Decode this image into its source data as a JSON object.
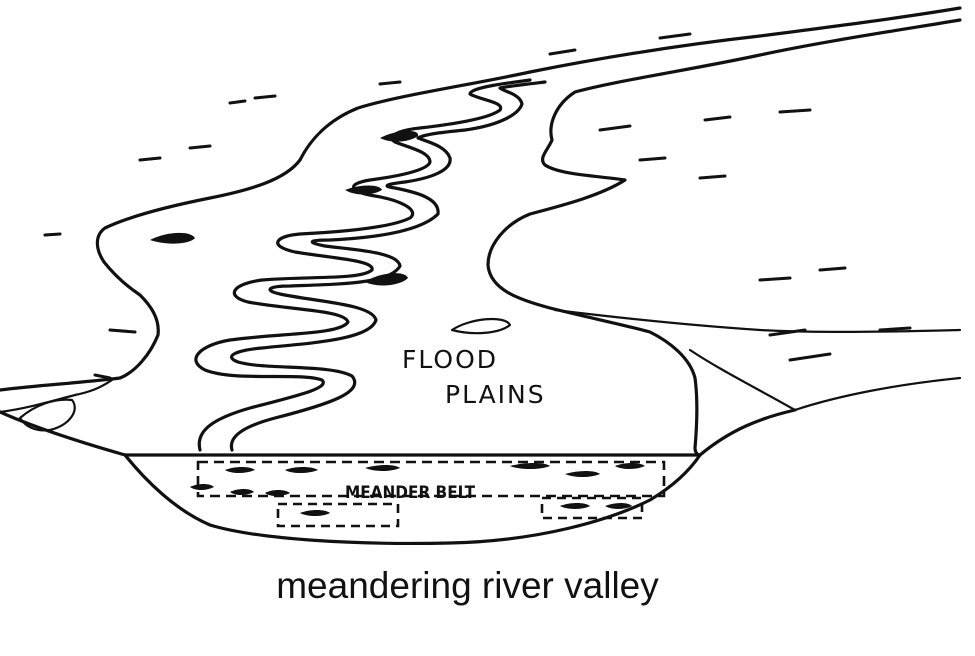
{
  "labels": {
    "flood_line1": "FLOOD",
    "flood_line2": "PLAINS",
    "meander_belt": "MEANDER BELT"
  },
  "caption": "meandering river valley"
}
